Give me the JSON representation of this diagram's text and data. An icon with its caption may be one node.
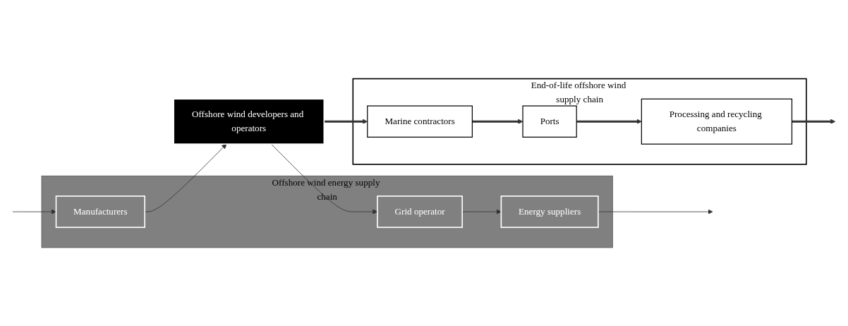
{
  "diagram": {
    "nodes": [
      {
        "text": [
          "Offshore wind energy supply chain"
        ]
      },
      {
        "text": [
          "Manufacturers"
        ],
        "in": 0
      },
      {
        "text": [
          "Offshore wind developers and operators"
        ]
      },
      {
        "text": [
          "End-of-life offshore wind supply chain"
        ]
      },
      {
        "text": [
          "Marine contractors"
        ],
        "in": 3
      },
      {
        "text": [
          "Ports"
        ],
        "in": 3
      },
      {
        "text": [
          "Processing and recycling companies"
        ],
        "in": 3
      },
      {
        "text": [
          "Energy suppliers"
        ],
        "in": 0
      },
      {
        "text": [
          "Grid operator"
        ],
        "in": 0
      }
    ],
    "edges": [
      {
        "from": null,
        "to": 1,
        "arrow": "to"
      },
      {
        "from": 1,
        "to": 2,
        "arrow": "to"
      },
      {
        "from": 2,
        "to": 4,
        "arrow": "to",
        "style": "thick"
      },
      {
        "from": 4,
        "to": 5,
        "arrow": "to",
        "style": "thick"
      },
      {
        "from": 5,
        "to": 6,
        "arrow": "to",
        "style": "thick"
      },
      {
        "from": 6,
        "to": null,
        "arrow": "to",
        "style": "thick"
      },
      {
        "from": 2,
        "to": 8,
        "arrow": "to"
      },
      {
        "from": 8,
        "to": 7,
        "arrow": "to"
      },
      {
        "from": 7,
        "to": null,
        "arrow": "to"
      }
    ]
  }
}
